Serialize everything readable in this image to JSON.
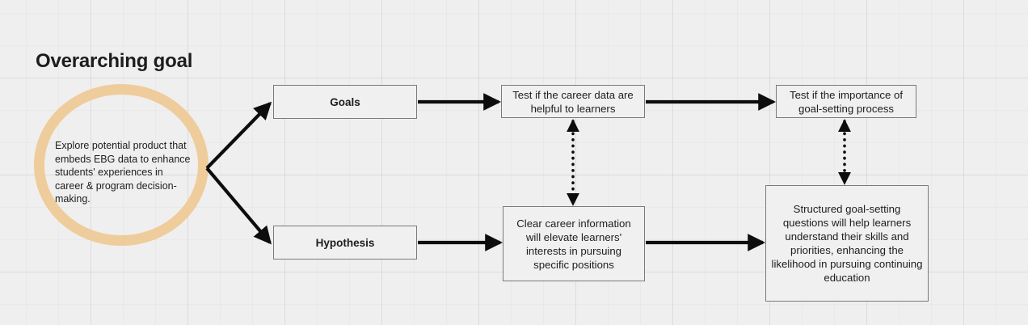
{
  "diagram": {
    "title": "Overarching goal",
    "goal": {
      "text": "Explore potential product that embeds EBG data to enhance students' experiences in career & program decision-making.",
      "ring_color": "#efcc9b"
    },
    "nodes": {
      "goals": "Goals",
      "hypothesis": "Hypothesis",
      "test_career_data": "Test if the career data are helpful to learners",
      "test_importance": "Test if the importance of goal-setting process",
      "clear_career_info": "Clear career information will elevate learners' interests in pursuing specific positions",
      "structured_goal_setting": "Structured goal-setting questions will help learners understand their skills and priorities, enhancing the likelihood in pursuing continuing education"
    },
    "edges": [
      {
        "name": "goal-to-goals",
        "style": "solid",
        "arrow": "end"
      },
      {
        "name": "goal-to-hypothesis",
        "style": "solid",
        "arrow": "end"
      },
      {
        "name": "goals-to-test-career-data",
        "style": "solid",
        "arrow": "end"
      },
      {
        "name": "test-career-data-to-test-importance",
        "style": "solid",
        "arrow": "end"
      },
      {
        "name": "hypothesis-to-clear-career-info",
        "style": "solid",
        "arrow": "end"
      },
      {
        "name": "clear-career-info-to-structured",
        "style": "solid",
        "arrow": "end"
      },
      {
        "name": "test-career-data-to-clear-career-info",
        "style": "dotted",
        "arrow": "both"
      },
      {
        "name": "test-importance-to-structured",
        "style": "dotted",
        "arrow": "both"
      }
    ],
    "colors": {
      "background": "#efefef",
      "node_border": "#7a7a7a",
      "edge": "#0d0d0d",
      "text": "#1d1d1d"
    }
  }
}
